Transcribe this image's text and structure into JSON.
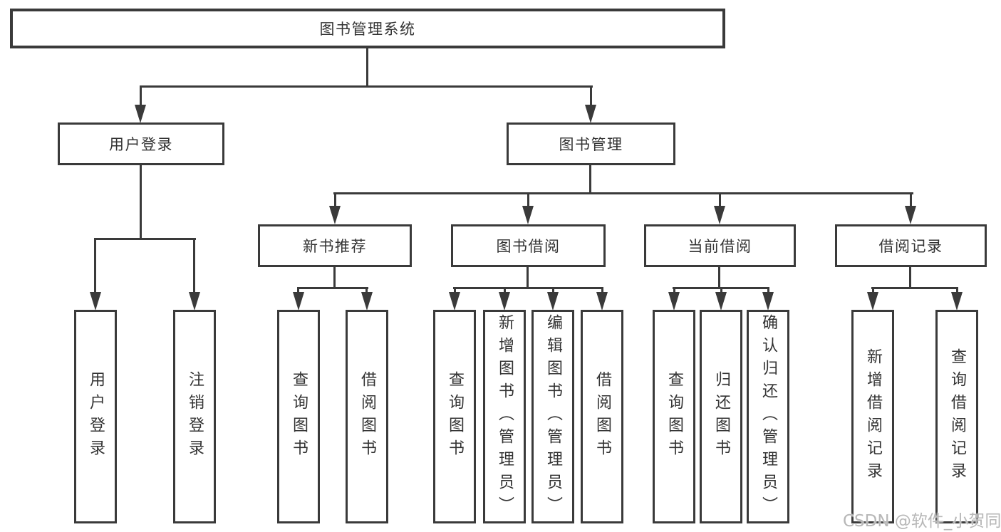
{
  "colors": {
    "line": "#3a3a3a",
    "box_border": "#3a3a3a",
    "text": "#333333",
    "background": "#ffffff",
    "watermark": "#b7b7b7"
  },
  "tree": {
    "root": {
      "label": "图书管理系统"
    },
    "level1": [
      {
        "label": "用户登录",
        "parent": "图书管理系统"
      },
      {
        "label": "图书管理",
        "parent": "图书管理系统"
      }
    ],
    "level2": [
      {
        "label": "新书推荐",
        "parent": "图书管理"
      },
      {
        "label": "图书借阅",
        "parent": "图书管理"
      },
      {
        "label": "当前借阅",
        "parent": "图书管理"
      },
      {
        "label": "借阅记录",
        "parent": "图书管理"
      }
    ],
    "leaf_groups": [
      {
        "parent": "用户登录",
        "items": [
          {
            "label": "用户登录"
          },
          {
            "label": "注销登录"
          }
        ]
      },
      {
        "parent": "新书推荐",
        "items": [
          {
            "label": "查询图书"
          },
          {
            "label": "借阅图书"
          }
        ]
      },
      {
        "parent": "图书借阅",
        "items": [
          {
            "label": "查询图书"
          },
          {
            "label": "新增图书（管理员）"
          },
          {
            "label": "编辑图书（管理员）"
          },
          {
            "label": "借阅图书"
          }
        ]
      },
      {
        "parent": "当前借阅",
        "items": [
          {
            "label": "查询图书"
          },
          {
            "label": "归还图书"
          },
          {
            "label": "确认归还（管理员）"
          }
        ]
      },
      {
        "parent": "借阅记录",
        "items": [
          {
            "label": "新增借阅记录"
          },
          {
            "label": "查询借阅记录"
          }
        ]
      }
    ]
  },
  "watermark": {
    "text": "CSDN @软件_小贺同学"
  }
}
